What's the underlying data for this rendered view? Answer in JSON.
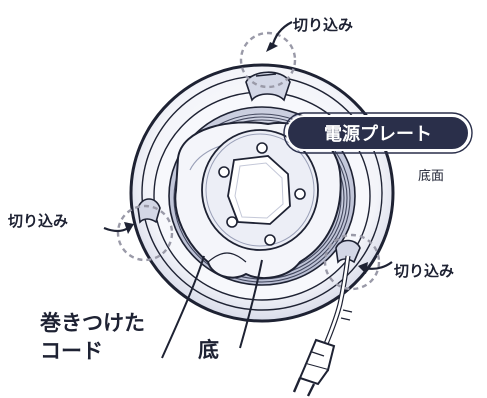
{
  "labels": {
    "cutout_top": "切り込み",
    "cutout_left": "切り込み",
    "cutout_right": "切り込み",
    "power_plate": "電源プレート",
    "bottom_surface": "底面",
    "wound_cord_line1": "巻きつけた",
    "wound_cord_line2": "コード",
    "bottom": "底"
  },
  "colors": {
    "line": "#1e2233",
    "plate_bg": "#2a2f4a",
    "shade_light": "#eef0f7",
    "shade_mid": "#d3d7e6",
    "shade_dark": "#9aa0b8",
    "cutout_circle": "#9a9aa8"
  }
}
